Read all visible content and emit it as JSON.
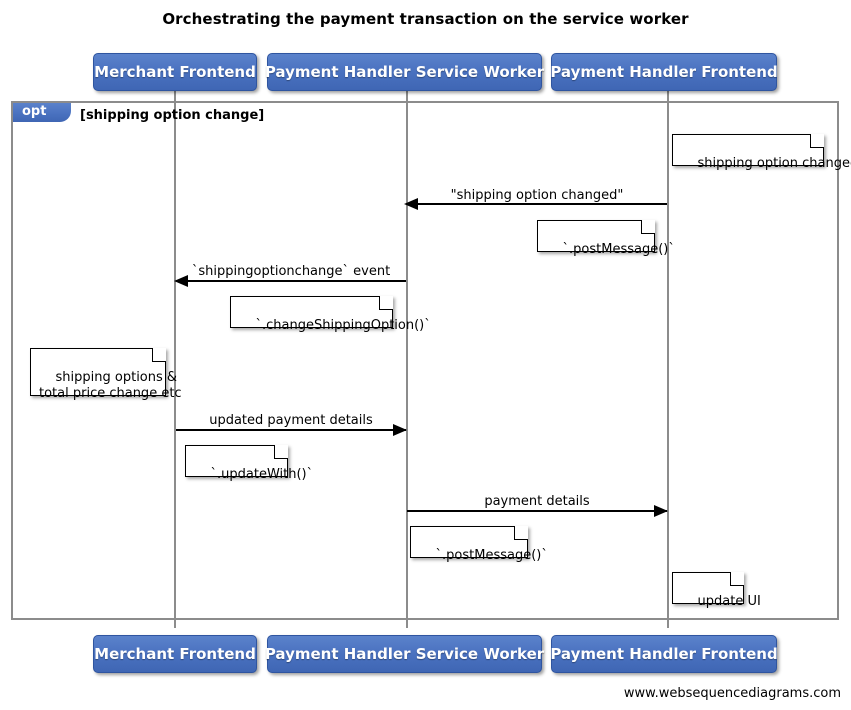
{
  "title": "Orchestrating the payment transaction on the service worker",
  "footer": "www.websequencediagrams.com",
  "colors": {
    "participant_fill": "#4a72c0",
    "participant_text": "#ffffff",
    "frame_line": "#8c8c8c",
    "message_line": "#000000",
    "note_fill": "#ffffff"
  },
  "participants": [
    {
      "id": "merchant-frontend",
      "label": "Merchant Frontend"
    },
    {
      "id": "payment-handler-service-worker",
      "label": "Payment Handler Service Worker"
    },
    {
      "id": "payment-handler-frontend",
      "label": "Payment Handler Frontend"
    }
  ],
  "fragment": {
    "operator": "opt",
    "guard": "[shipping option change]"
  },
  "messages": [
    {
      "id": "shipping-option-changed",
      "label": "\"shipping option changed\"",
      "from": "payment-handler-frontend",
      "to": "payment-handler-service-worker",
      "direction": "left"
    },
    {
      "id": "shippingoptionchange-event",
      "label": "`shippingoptionchange` event",
      "from": "payment-handler-service-worker",
      "to": "merchant-frontend",
      "direction": "left"
    },
    {
      "id": "updated-payment-details",
      "label": "updated payment details",
      "from": "merchant-frontend",
      "to": "payment-handler-service-worker",
      "direction": "right"
    },
    {
      "id": "payment-details",
      "label": "payment details",
      "from": "payment-handler-service-worker",
      "to": "payment-handler-frontend",
      "direction": "right"
    }
  ],
  "notes": [
    {
      "id": "note-shipping-option-changed",
      "text": "shipping option changed",
      "attached_to": "payment-handler-frontend"
    },
    {
      "id": "note-post-message-1",
      "text": "`.postMessage()`",
      "attached_to": "payment-handler-frontend"
    },
    {
      "id": "note-change-shipping-option",
      "text": "`.changeShippingOption()`",
      "attached_to": "payment-handler-service-worker"
    },
    {
      "id": "note-shipping-options-total-price",
      "text": "shipping options &\ntotal price change etc",
      "attached_to": "merchant-frontend"
    },
    {
      "id": "note-update-with",
      "text": "`.updateWith()`",
      "attached_to": "merchant-frontend"
    },
    {
      "id": "note-post-message-2",
      "text": "`.postMessage()`",
      "attached_to": "payment-handler-service-worker"
    },
    {
      "id": "note-update-ui",
      "text": "update UI",
      "attached_to": "payment-handler-frontend"
    }
  ]
}
